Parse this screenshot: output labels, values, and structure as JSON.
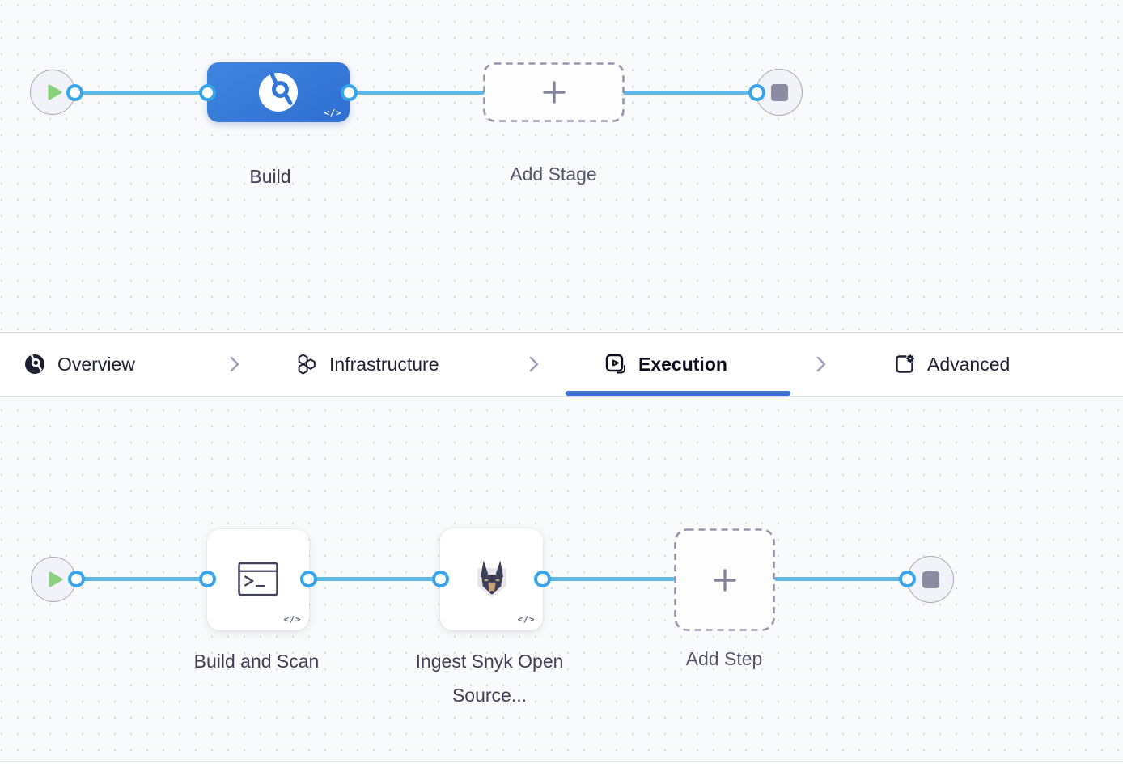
{
  "stage_graph": {
    "stage": {
      "label": "Build",
      "code_badge": "</>",
      "icon": "ci-build-icon"
    },
    "add_stage_label": "Add Stage"
  },
  "tab_bar": {
    "tabs": [
      {
        "label": "Overview",
        "icon": "ci-overview-icon",
        "active": false
      },
      {
        "label": "Infrastructure",
        "icon": "hexagons-icon",
        "active": false
      },
      {
        "label": "Execution",
        "icon": "play-square-icon",
        "active": true
      },
      {
        "label": "Advanced",
        "icon": "page-gear-icon",
        "active": false
      }
    ]
  },
  "step_graph": {
    "steps": [
      {
        "label": "Build and Scan",
        "icon": "terminal-icon",
        "code_badge": "</>"
      },
      {
        "label": "Ingest Snyk Open Source...",
        "icon": "snyk-dog-icon",
        "code_badge": "</>"
      }
    ],
    "add_step_label": "Add Step"
  },
  "colors": {
    "stage_blue": "#3377d6",
    "connector_line_blue": "#5cb8e9",
    "port_ring_blue": "#37a5e9",
    "active_tab_underline": "#3b70d0",
    "play_green": "#8bd07c",
    "end_node_gray": "#8b8ca2",
    "canvas_background": "#f9fafc",
    "grid_dot_gray": "#d5d7e0"
  }
}
